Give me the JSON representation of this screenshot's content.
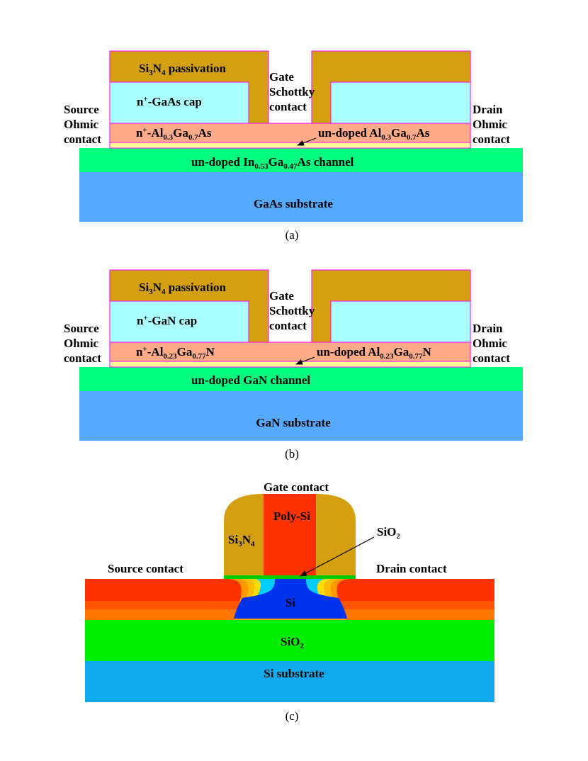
{
  "colors": {
    "nitride": "#d4a010",
    "cap": "#aaffff",
    "algaas": "#ffaa88",
    "spacer": "#ffff99",
    "channel": "#00ff7f",
    "substrate": "#55aaff",
    "substrate_c": "#11aaee",
    "poly": "#ff3300",
    "si_body": "#0033ee",
    "oxide_c": "#00ee00",
    "edge": "#ff00ff"
  },
  "panel_a": {
    "si3n4_passivation": [
      "Si",
      "3",
      "N",
      "4",
      " passivation"
    ],
    "gate_schottky": [
      "Gate",
      "Schottky",
      "contact"
    ],
    "cap": [
      "n",
      "+",
      "-GaAs cap"
    ],
    "source": [
      "Source",
      "Ohmic",
      "contact"
    ],
    "drain": [
      "Drain",
      "Ohmic",
      "contact"
    ],
    "doped_barrier": [
      "n",
      "+",
      "-Al",
      "0.3",
      "Ga",
      "0.7",
      "As"
    ],
    "undoped_barrier": [
      "un-doped Al",
      "0.3",
      "Ga",
      "0.7",
      "As"
    ],
    "channel": [
      "un-doped In",
      "0.53",
      "Ga",
      "0.47",
      "As channel"
    ],
    "substrate": "GaAs substrate",
    "caption": "(a)"
  },
  "panel_b": {
    "si3n4_passivation": [
      "Si",
      "3",
      "N",
      "4",
      " passivation"
    ],
    "gate_schottky": [
      "Gate",
      "Schottky",
      "contact"
    ],
    "cap": [
      "n",
      "+",
      "-GaN cap"
    ],
    "source": [
      "Source",
      "Ohmic",
      "contact"
    ],
    "drain": [
      "Drain",
      "Ohmic",
      "contact"
    ],
    "doped_barrier": [
      "n",
      "+",
      "-Al",
      "0.23",
      "Ga",
      "0.77",
      "N"
    ],
    "undoped_barrier": [
      "un-doped Al",
      "0.23",
      "Ga",
      "0.77",
      "N"
    ],
    "channel": "un-doped GaN channel",
    "substrate": "GaN substrate",
    "caption": "(b)"
  },
  "panel_c": {
    "gate_contact": "Gate contact",
    "poly_si": "Poly-Si",
    "si3n4": [
      "Si",
      "3",
      "N",
      "4"
    ],
    "sio2_gate": [
      "SiO",
      "2"
    ],
    "source_contact": "Source contact",
    "drain_contact": "Drain contact",
    "si": "Si",
    "sio2_box": [
      "SiO",
      "2"
    ],
    "substrate": "Si substrate",
    "caption": "(c)"
  }
}
